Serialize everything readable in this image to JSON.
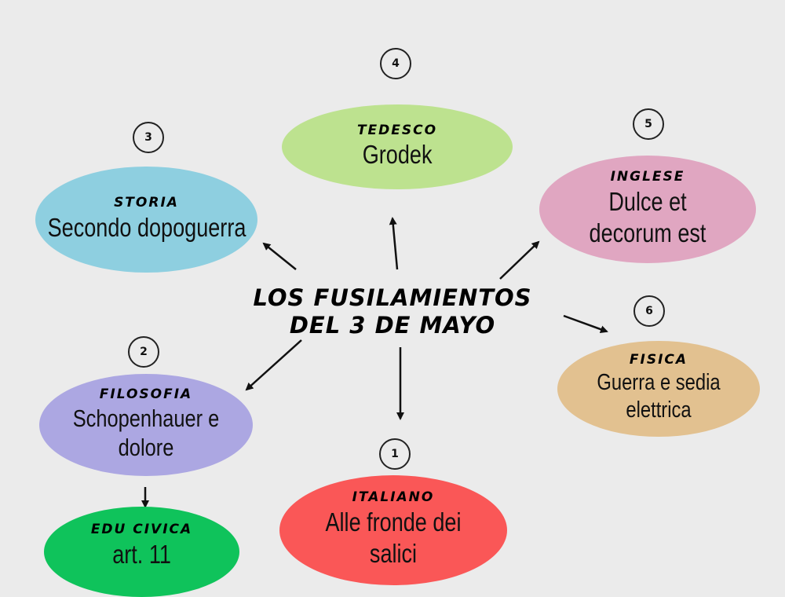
{
  "title": "LOS FUSILAMIENTOS DEL 3 DE MAYO",
  "nodes": {
    "storia": {
      "number": "3",
      "subject": "STORIA",
      "topic": "Secondo dopoguerra",
      "color": "#8ecfe0"
    },
    "tedesco": {
      "number": "4",
      "subject": "TEDESCO",
      "topic": "Grodek",
      "color": "#bde28f"
    },
    "inglese": {
      "number": "5",
      "subject": "INGLESE",
      "topic": "Dulce et decorum est",
      "color": "#e0a6c1"
    },
    "fisica": {
      "number": "6",
      "subject": "FISICA",
      "topic": "Guerra e sedia elettrica",
      "color": "#e2c190"
    },
    "filosofia": {
      "number": "2",
      "subject": "FILOSOFIA",
      "topic": "Schopenhauer e dolore",
      "color": "#aca7e2"
    },
    "italiano": {
      "number": "1",
      "subject": "ITALIANO",
      "topic": "Alle fronde dei salici",
      "color": "#fa5757"
    },
    "educivica": {
      "subject": "EDU CIVICA",
      "topic": "art. 11",
      "color": "#0fc35b"
    }
  }
}
